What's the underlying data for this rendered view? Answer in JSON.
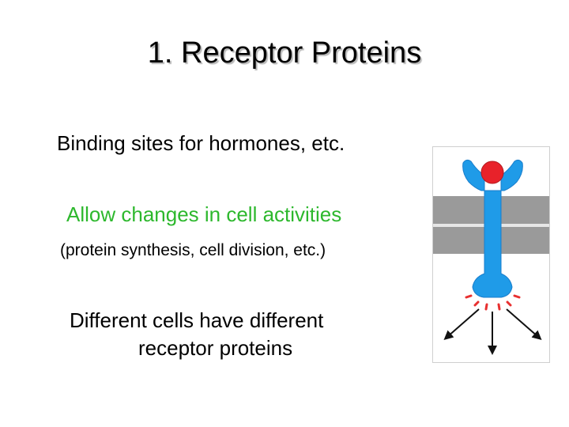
{
  "slide": {
    "title": "1.  Receptor Proteins",
    "line1": "Binding sites for hormones, etc.",
    "line2": "Allow changes in cell activities",
    "line3": "(protein synthesis, cell division, etc.)",
    "line4": "Different cells have different",
    "line5": "receptor proteins"
  },
  "colors": {
    "text": "#000000",
    "highlight": "#2db82d",
    "receptor": "#1f9be8",
    "ligand": "#e8222a",
    "membrane": "#999999",
    "signal": "#e83030"
  }
}
